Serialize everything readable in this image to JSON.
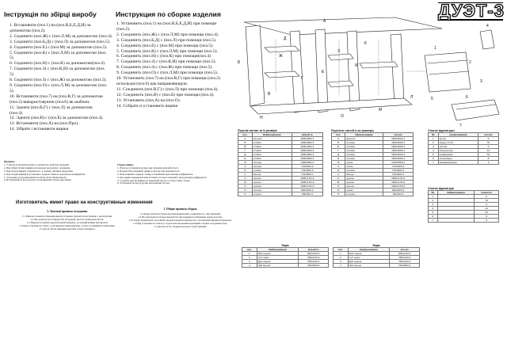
{
  "ua": {
    "title": "Інструкція по збірці виробу",
    "steps": [
      "1. Встановити (поз.1) на (поз.В,Б,Е,Д,И) за",
      "допомогою (поз.2).",
      "2. Сединити (поз.Ж) с (поз.Л,М) за допомогою (поз.4).",
      "3. Сединити (поз.Б,Д) с (поз.Л) за допомогою (поз.5).",
      "4. Сединити (поз.Е) с (поз.М) за допомогою (поз.5).",
      "5. Сединити (поз.К) с (поз.Л,М) за допомогою (поз.",
      "5).",
      "6. Сединити (поз.Н) с (поз.К) за допомогою(поз.4)",
      "7. Сединити (поз.З) с (поз.К,И) за допомогою (поз.",
      "5).",
      "8. Сединити (поз.З) с (поз.Ж) за допомогою (поз.5).",
      "9. Сединити (поз.О) с (поз.Л,М) за допомогою (поз.",
      "5).",
      "10. Встановити (поз.7) на (поз.В,Г) за допомогою",
      "(поз.2) використовуючи (поз.6) як шаблон.",
      "11. Эднати (поз.В,Г) с (поз.Л) за допомогою",
      "(поз.4).",
      "12. Эднати (поз.В) с (поз.Б) за допомогою (поз.4).",
      "13. Встановити (поз.А) на (поз.Про) .",
      "14. Зібрати і встановити ящики"
    ],
    "notes_title": "Примітка",
    "notes": [
      "1. У фасад встановити ручки за допомогою дюбелів і шурупів.",
      "2. При збірці бічних ящиків встановлені на шурупи з розривом.",
      "3. При зборці ящиків з'єднання поз. в спершу скріпити шурупами.",
      "4. Для зборки ящиків їх установка і задньої стінки за допомогою конфірматів.",
      "5. Установку ручок виконувати на місці після збірки виробу.",
      "6. Встановлені на фасад ручок і пази виконати згідно креслення."
    ]
  },
  "ru": {
    "title": "Инструкция по сборке изделия",
    "steps": [
      "1. Установить (поз.1) на (поз.В,Б,Е,Д,И) при помощи",
      "(поз.2).",
      "2. Соединить (поз.Ж) с (поз.Л,М) при помощи (поз.4).",
      "3. Соединить (поз.Б,Д) с (поз.Л) при помощи (поз.5).",
      "4. Соединить (поз.Е) с (поз.М) при помощи (поз.5).",
      "5. Соединить (поз.К) с (поз.Л,М) при помощи (поз.5).",
      "6. Соединить (поз.Н) с (поз.К) при помощи(поз.4)",
      "7. Соединить (поз.З) с (поз.К,И) при помощи (поз.5).",
      "8. Соединить (поз.З) с (поз.Ж) при помощи (поз.5).",
      "9. Соединить (поз.О) с (поз.Л,М) при помощи (поз.5).",
      "10. Установить (поз.7) на (поз.В,Г) при помощи (поз.2)",
      "используя (поз.6) как направляющую.",
      "11. Соединить (поз.В,Г) с (поз.Л) при помощи (поз.4).",
      "12. Соединить (поз.В) с (поз.Б) при помощи (поз.4).",
      "13. Установить (поз.А) на (поз.О).",
      "14. Собрать и установить ящики"
    ],
    "notes_title": "Сборка ящика",
    "notes": [
      "1. В фасад установить ручки, при помощи дюбелей и болт.",
      "2. Предпочтите боковину ящика к фасаду при помощи болт.",
      "3. Присоедините заднюю стенку к боковинам при помощи конфирматов.",
      "4. Дно ящика предварительно вставить в пазы и закрепить при помощи конфирматов.",
      "5. Создайте других ящиков не имеющий пазов в соответствии сборке.",
      "6. Установить на фасад ручки при помощи болтов."
    ]
  },
  "logo": "ДУЭТ-3",
  "table_parts_ua": {
    "caption": "Перелік частин та їх розміри",
    "headers": [
      "поз.",
      "Найменування",
      "кількість"
    ],
    "rows": [
      [
        "А",
        "кришка",
        "1800х600×1"
      ],
      [
        "Б",
        "стійка",
        "1600х500×1"
      ],
      [
        "В",
        "стійка",
        "1600х300×1"
      ],
      [
        "Г",
        "стійка",
        "1600х300×1"
      ],
      [
        "Д",
        "стійка",
        "1600х500×1"
      ],
      [
        "Е",
        "стійка",
        "1600х500×1"
      ],
      [
        "Ж",
        "полиця",
        "1448х500×1"
      ],
      [
        "З",
        "полиця",
        "732х500×2"
      ],
      [
        "И",
        "стійка",
        "732х500×2"
      ],
      [
        "К",
        "днище",
        "732х500×1"
      ],
      [
        "Л",
        "цоколь",
        "1800х176×2"
      ],
      [
        "М",
        "цоколь",
        "1900х176×2"
      ],
      [
        "Н",
        "цоколь",
        "1900х176×2"
      ],
      [
        "О",
        "полиця",
        "900х300×2"
      ],
      [
        "П",
        "стінка",
        "900х60×4"
      ]
    ]
  },
  "table_parts_ru": {
    "caption": "Перечень частей и их размеры",
    "headers": [
      "поз.",
      "Наименование",
      "кол-во"
    ],
    "rows": [
      [
        "А",
        "крышка",
        "1800х600×1"
      ],
      [
        "Б",
        "стойка",
        "1600х500×1"
      ],
      [
        "В",
        "стойка",
        "1600х300×1"
      ],
      [
        "Г",
        "стойка",
        "1600х300×1"
      ],
      [
        "Д",
        "стойка",
        "1600х500×1"
      ],
      [
        "Е",
        "стойка",
        "1600х500×1"
      ],
      [
        "Ж",
        "полка",
        "1448х500×1"
      ],
      [
        "З",
        "полка",
        "732х500×2"
      ],
      [
        "И",
        "стойка",
        "732х500×2"
      ],
      [
        "К",
        "днище",
        "732х500×1"
      ],
      [
        "Л",
        "цоколь",
        "1800х176×2"
      ],
      [
        "М",
        "цоколь",
        "1900х176×2"
      ],
      [
        "Н",
        "цоколь",
        "1900х176×2"
      ],
      [
        "О",
        "полка",
        "900х300×2"
      ],
      [
        "П",
        "стенка",
        "900х60×4"
      ]
    ]
  },
  "table_hw_ru": {
    "caption": "Список фурнитуры",
    "headers": [
      "№",
      "наименование",
      "кол-во"
    ],
    "rows": [
      [
        "1",
        "ручка",
        "6"
      ],
      [
        "2",
        "шуруп 4×16",
        "76"
      ],
      [
        "3",
        "петля",
        "6"
      ],
      [
        "4",
        "эксцентрик",
        "14"
      ],
      [
        "5",
        "конфирмат",
        "54"
      ],
      [
        "6",
        "полкодерж.",
        "8"
      ],
      [
        "7",
        "направляющие",
        "3"
      ]
    ]
  },
  "table_hw_ua": {
    "caption": "Список фурнитури",
    "headers": [
      "№",
      "Найменування",
      "кількість"
    ],
    "rows": [
      [
        "1",
        "",
        "6"
      ],
      [
        "2",
        "",
        "76"
      ],
      [
        "3",
        "",
        "6"
      ],
      [
        "4",
        "",
        "14"
      ],
      [
        "5",
        "",
        "54"
      ],
      [
        "6",
        "",
        "8"
      ],
      [
        "7",
        "",
        "3"
      ]
    ]
  },
  "bottom": {
    "title": "Изготовитель имеет право на конструктивные изменения",
    "ua_heading": "2. Загальні правила складання.",
    "ua_lines": [
      "2.1 Відмова починати збирання виробу й уважно прочитати інструкцію з експлуатації.",
      "2.2 Не допускається збирати без інструкції, щоб не пошкодити деталі.",
      "2.3 Збирати на рівній горизонтальній поверхні, застеленій м'яким матеріалом.",
      "2.4 При установці на стінах, у разі використання кріплень, стежте за надійністю кріплення.",
      "2.5 Деталі після збирання протерти сухою ганчіркою."
    ],
    "ru_heading": "1. Общие правила сборки.",
    "ru_lines": [
      "1.1 Перед началом сборки изделия внимательно ознакомьтесь с инструкцией.",
      "1.2 Не допускается сборка изделия без инструкции во избежание порчи деталей.",
      "1.3 Сборку производите на ровной горизонтальной поверхности, застеленной мягким материалом.",
      "1.4 При установке на стенах, в случае использования креплений, следите за надёжностью.",
      "1.5 Детали после сборки протереть сухой тряпкой."
    ]
  },
  "drawer_table_ua": {
    "caption": "Ящик",
    "headers": [
      "поз.",
      "Найменування",
      "кількість"
    ],
    "rows": [
      [
        "1",
        "Фас ящика",
        "500х210×3"
      ],
      [
        "2",
        "3,4° ящик",
        "758х210×3"
      ],
      [
        "3",
        "Дно ящика",
        "758х210×3"
      ],
      [
        "4",
        "Зад ящика",
        "760х500×2"
      ]
    ]
  },
  "drawer_table_ru": {
    "caption": "Ящик",
    "headers": [
      "поз.",
      "Наименование",
      "кол-во"
    ],
    "rows": [
      [
        "1",
        "Фас ящика",
        "500х210×3"
      ],
      [
        "2",
        "3,4° ящик",
        "758х210×3"
      ],
      [
        "3",
        "Дно ящика",
        "758х210×3"
      ],
      [
        "4",
        "Зад ящика",
        "760х500×2"
      ]
    ]
  },
  "diagram_labels": [
    "А",
    "Б",
    "В",
    "Г",
    "Д",
    "Е",
    "Ж",
    "З",
    "И",
    "К",
    "Л",
    "М",
    "Н",
    "О",
    "1",
    "2",
    "3",
    "4",
    "5",
    "6",
    "7"
  ]
}
